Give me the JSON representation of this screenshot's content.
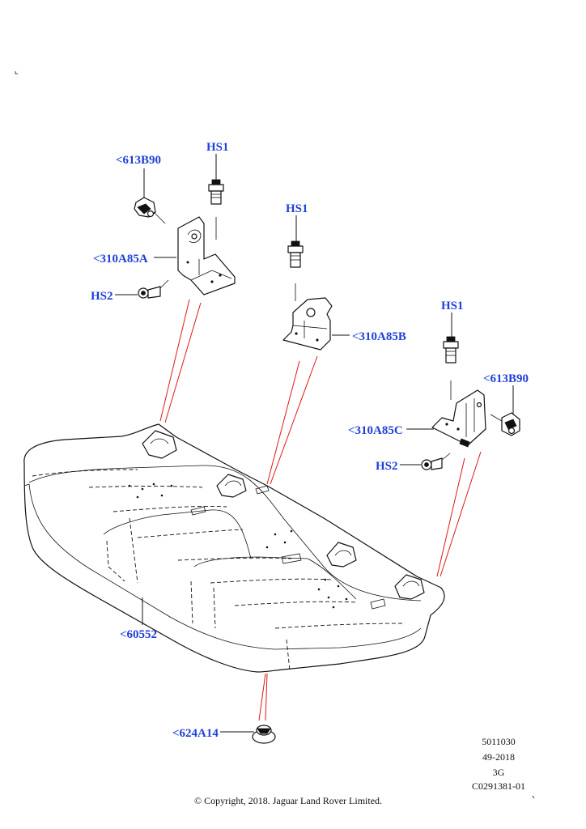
{
  "diagram": {
    "callouts": {
      "c613b90_left": "<613B90",
      "hs1_left": "HS1",
      "c310a85a": "<310A85A",
      "hs2_left": "HS2",
      "hs1_mid": "HS1",
      "c310a85b": "<310A85B",
      "hs1_right": "HS1",
      "c613b90_right": "<613B90",
      "c310a85c": "<310A85C",
      "hs2_right": "HS2",
      "c60552": "<60552",
      "c624a14": "<624A14"
    },
    "info_block": [
      "5011030",
      "49-2018",
      "3G",
      "C0291381-01"
    ],
    "copyright": "© Copyright, 2018. Jaguar Land Rover Limited.",
    "colors": {
      "callout": "#1f3fd6",
      "leader_red": "#e01818",
      "line": "#111111"
    }
  }
}
